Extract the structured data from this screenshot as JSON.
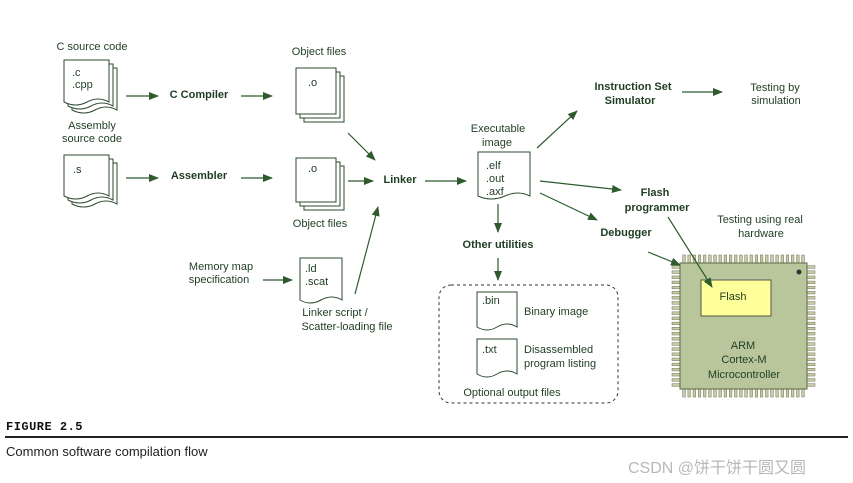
{
  "colors": {
    "text": "#1f3d23",
    "arrow": "#2e5a2e",
    "chip": "#b9c59a",
    "pin": "#c9cba8",
    "flash": "#ffff99"
  },
  "labels": {
    "c_source": "C source code",
    "c_ext1": ".c",
    "c_ext2": ".cpp",
    "asm_source_1": "Assembly",
    "asm_source_2": "source code",
    "asm_ext": ".s",
    "c_compiler": "C Compiler",
    "assembler": "Assembler",
    "object_files_top": "Object files",
    "obj_ext_top": ".o",
    "obj_ext_bottom": ".o",
    "object_files_bottom": "Object files",
    "linker": "Linker",
    "memory_map_1": "Memory map",
    "memory_map_2": "specification",
    "ld_ext1": ".ld",
    "ld_ext2": ".scat",
    "linker_script_1": "Linker script /",
    "linker_script_2": "Scatter-loading file",
    "executable_1": "Executable",
    "executable_2": "image",
    "exe_ext1": ".elf",
    "exe_ext2": ".out",
    "exe_ext3": ".axf",
    "iss_1": "Instruction Set",
    "iss_2": "Simulator",
    "testing_sim_1": "Testing by",
    "testing_sim_2": "simulation",
    "flash_prog_1": "Flash",
    "flash_prog_2": "programmer",
    "debugger": "Debugger",
    "testing_hw_1": "Testing using real",
    "testing_hw_2": "hardware",
    "other_utilities": "Other utilities",
    "bin_ext": ".bin",
    "binary_image": "Binary image",
    "txt_ext": ".txt",
    "disasm_1": "Disassembled",
    "disasm_2": "program listing",
    "optional_output": "Optional output files",
    "flash": "Flash",
    "mcu_1": "ARM",
    "mcu_2": "Cortex-M",
    "mcu_3": "Microcontroller"
  },
  "figure_label": "FIGURE 2.5",
  "caption": "Common software compilation flow",
  "watermark": "CSDN @饼干饼干圆又圆"
}
